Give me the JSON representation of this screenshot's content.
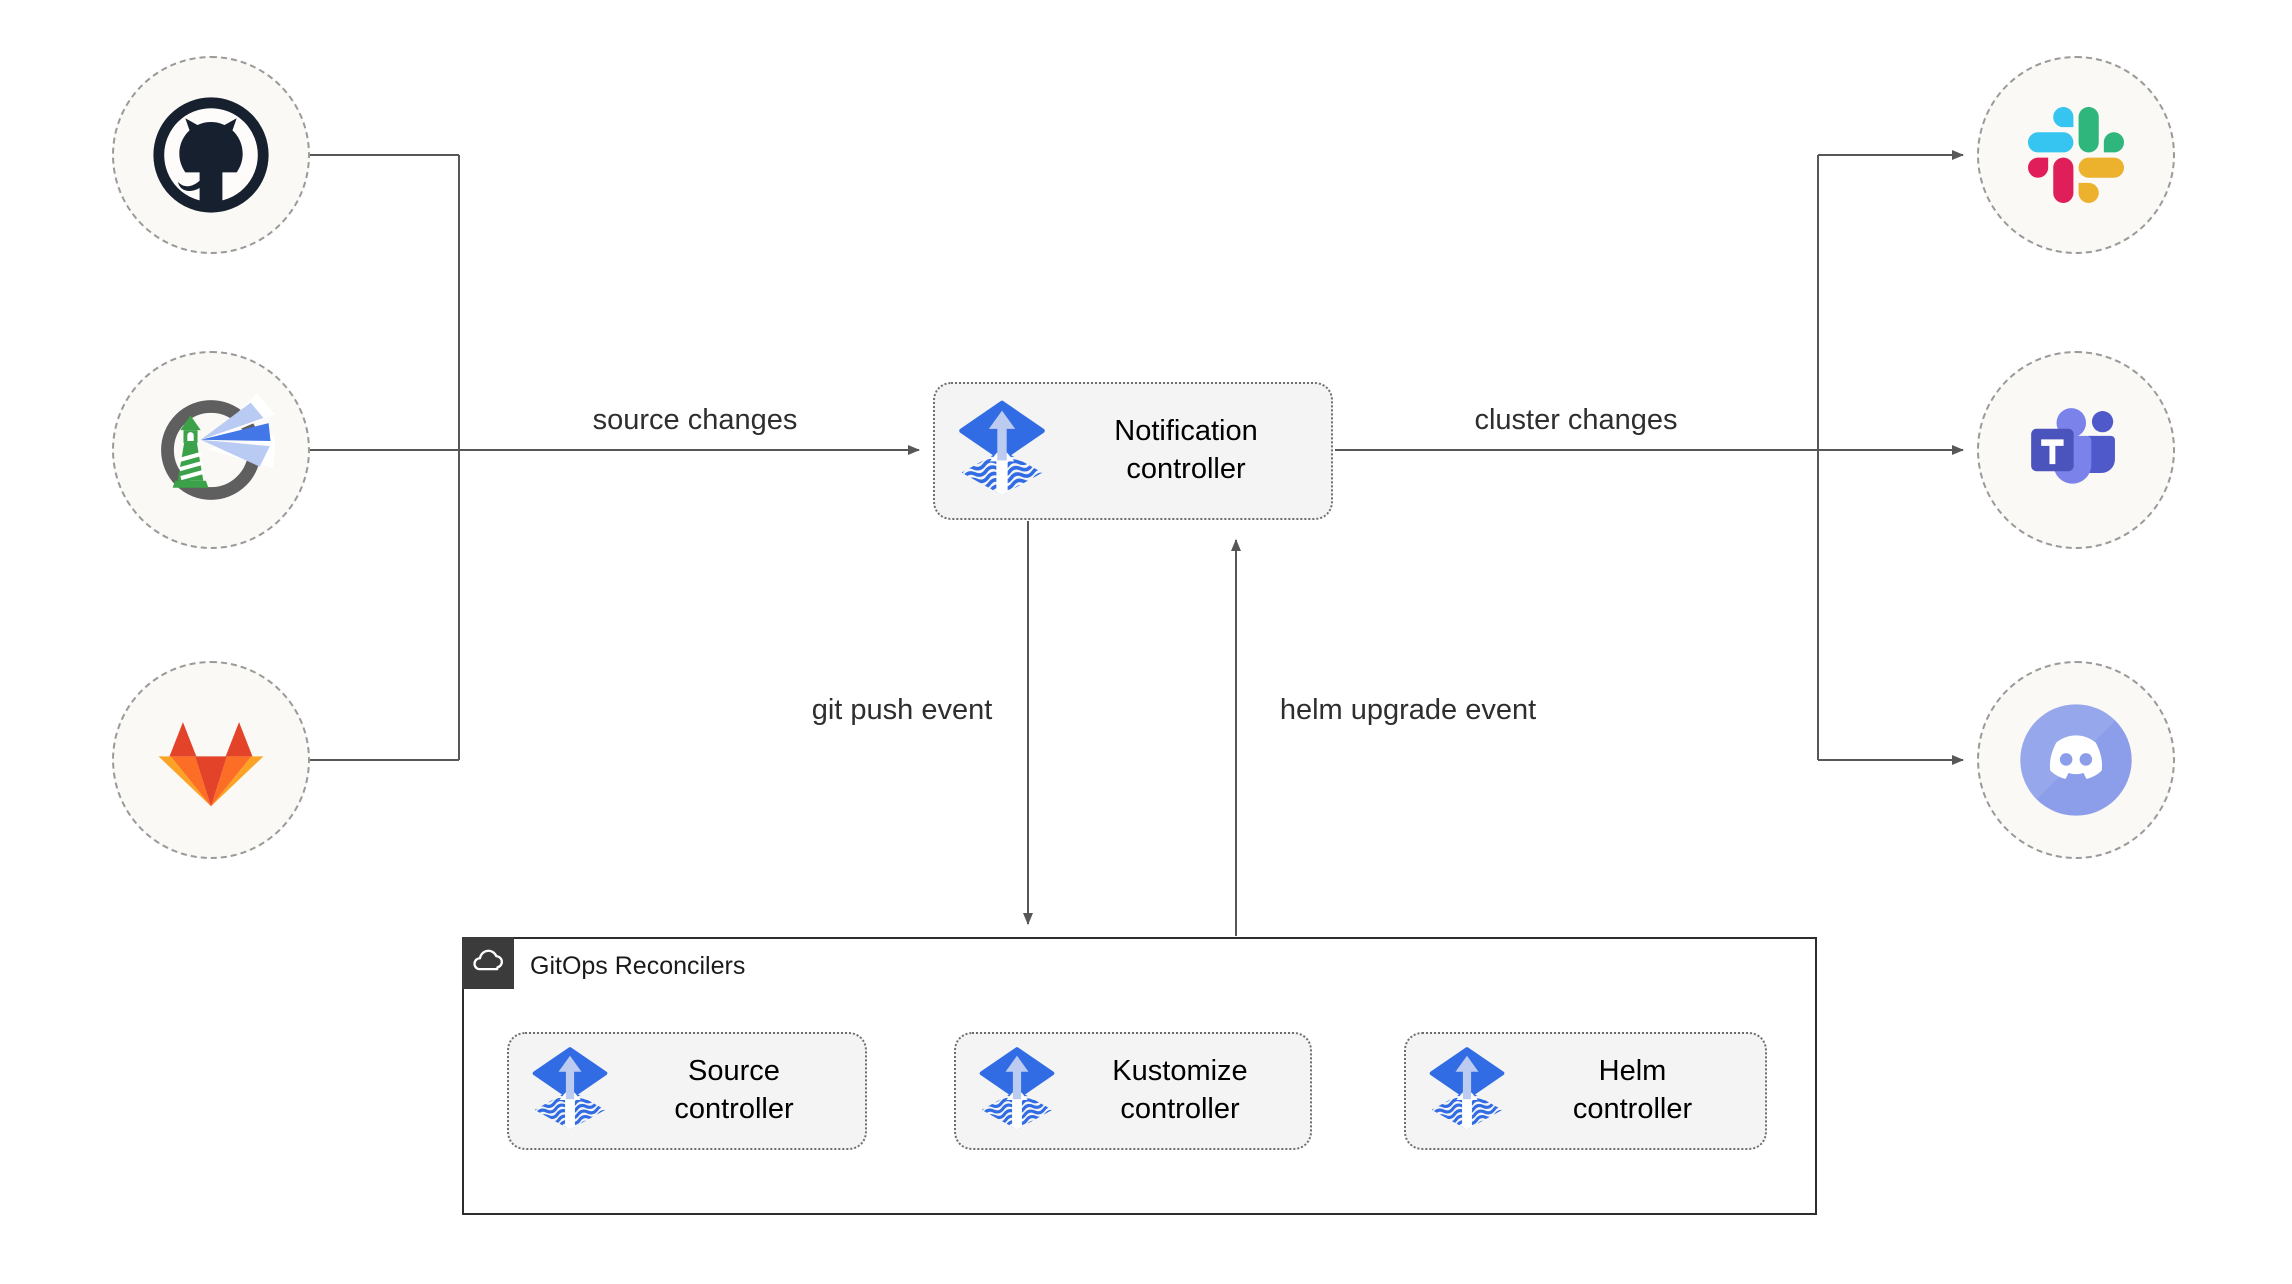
{
  "sources": [
    {
      "name": "GitHub",
      "icon": "github-icon"
    },
    {
      "name": "Harbor",
      "icon": "harbor-icon"
    },
    {
      "name": "GitLab",
      "icon": "gitlab-icon"
    }
  ],
  "targets": [
    {
      "name": "Slack",
      "icon": "slack-icon"
    },
    {
      "name": "Microsoft Teams",
      "icon": "microsoft-teams-icon"
    },
    {
      "name": "Discord",
      "icon": "discord-icon"
    }
  ],
  "nodes": {
    "notification": {
      "label": "Notification controller",
      "icon": "flux-icon"
    },
    "source": {
      "label": "Source controller",
      "icon": "flux-icon"
    },
    "kustomize": {
      "label": "Kustomize controller",
      "icon": "flux-icon"
    },
    "helm": {
      "label": "Helm controller",
      "icon": "flux-icon"
    }
  },
  "group": {
    "label": "GitOps Reconcilers",
    "icon": "cloud-icon"
  },
  "edges": {
    "source_changes": {
      "label": "source changes"
    },
    "cluster_changes": {
      "label": "cluster changes"
    },
    "git_push": {
      "label": "git push event"
    },
    "helm_upgrade": {
      "label": "helm upgrade event"
    }
  },
  "colors": {
    "line_gray": "#575757",
    "flux_blue": "#316CE4",
    "flux_light_blue": "#BCCBF0",
    "node_fill": "#F4F4F4",
    "endpoint_fill": "#FAF9F5",
    "group_border": "#2D2D2D",
    "badge_dark": "#3B3B3B",
    "github_dark": "#17202F",
    "harbor_green": "#3CA24A",
    "gitlab_red": "#E24329",
    "gitlab_orange": "#FC6D26",
    "gitlab_yellow": "#FCA326",
    "slack_blue": "#36C5F0",
    "slack_green": "#2EB67D",
    "slack_red": "#E01E5A",
    "slack_yellow": "#ECB22E",
    "teams_purple": "#5059C9",
    "teams_light_purple": "#7B83EB",
    "discord_blurple": "#8C9EEA"
  }
}
